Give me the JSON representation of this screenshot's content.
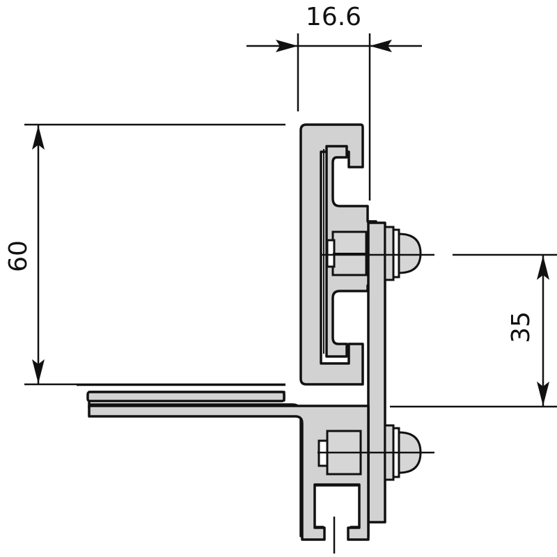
{
  "drawing": {
    "type": "cross-section technical drawing",
    "subject": "aluminum rail profile with mounting bracket and bolts",
    "colors": {
      "fill": "#d2d2d2",
      "line": "#111111",
      "background": "#ffffff"
    }
  },
  "dimensions": {
    "width_top": {
      "label": "16.6",
      "orientation": "horizontal"
    },
    "height_left": {
      "label": "60",
      "orientation": "vertical"
    },
    "spacing_right": {
      "label": "35",
      "orientation": "vertical"
    }
  }
}
